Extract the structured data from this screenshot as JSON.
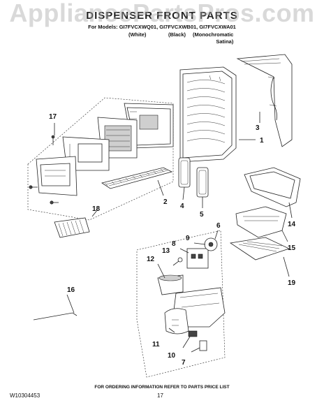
{
  "watermark": "AppliancePartsPros.com",
  "title": "DISPENSER FRONT PARTS",
  "models_line": "For Models: GI7FVCXWQ01, GI7FVCXWB01, GI7FVCXWA01",
  "variants": {
    "white": "(White)",
    "black": "(Black)",
    "mono_line1": "(Monochromatic",
    "mono_line2": "Satina)"
  },
  "callouts": {
    "c1": "1",
    "c2": "2",
    "c3": "3",
    "c4": "4",
    "c5": "5",
    "c6": "6",
    "c7": "7",
    "c8": "8",
    "c9": "9",
    "c10": "10",
    "c11": "11",
    "c12": "12",
    "c13": "13",
    "c14": "14",
    "c15": "15",
    "c16": "16",
    "c17": "17",
    "c18": "18",
    "c19": "19"
  },
  "footer_note": "FOR ORDERING INFORMATION REFER TO PARTS PRICE LIST",
  "doc_number": "W10304453",
  "page_number": "17"
}
